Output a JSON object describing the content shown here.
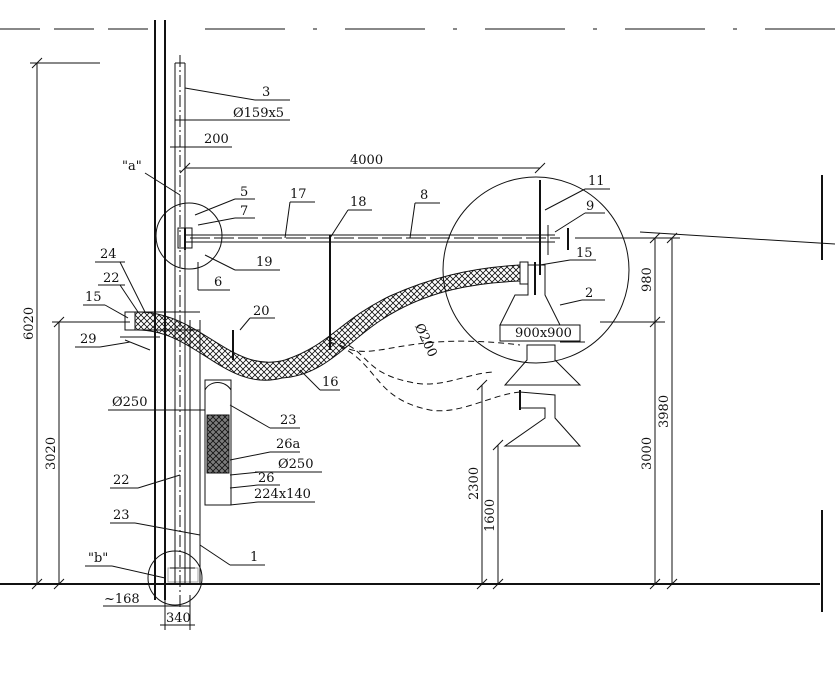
{
  "labels": {
    "callout_3": "3",
    "pipe_size": "Ø159x5",
    "dim_200": "200",
    "dim_4000": "4000",
    "node_a": "\"a\"",
    "callout_5": "5",
    "callout_7": "7",
    "callout_17": "17",
    "callout_18": "18",
    "callout_8": "8",
    "callout_11": "11",
    "callout_9": "9",
    "callout_24": "24",
    "callout_22_top": "22",
    "callout_19": "19",
    "callout_6": "6",
    "callout_15_left": "15",
    "callout_15_right": "15",
    "callout_2": "2",
    "callout_20": "20",
    "callout_29": "29",
    "hood_size": "900x900",
    "hose_diam": "Ø200",
    "callout_16": "16",
    "duct_diam_left": "Ø250",
    "callout_23_top": "23",
    "callout_26a": "26a",
    "duct_diam_right": "Ø250",
    "callout_26": "26",
    "grille_size": "224x140",
    "callout_22_bottom": "22",
    "callout_23_bottom": "23",
    "callout_1": "1",
    "node_b": "\"b\"",
    "dim_168": "~168",
    "dim_340": "340",
    "dim_6020": "6020",
    "dim_3020": "3020",
    "dim_980": "980",
    "dim_3980": "3980",
    "dim_3000": "3000",
    "dim_2300": "2300",
    "dim_1600": "1600"
  }
}
